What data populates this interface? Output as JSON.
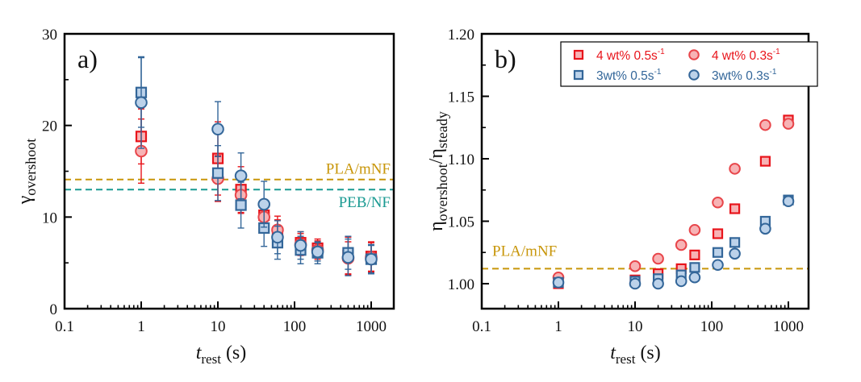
{
  "colors": {
    "red_edge": "#e8141b",
    "red_fill": "#f7b3b5",
    "red_circle_edge": "#e8454a",
    "blue_edge": "#336699",
    "blue_fill": "#bcd2ea",
    "gold": "#c8960a",
    "teal": "#1a9a92"
  },
  "chart_data": [
    {
      "type": "scatter",
      "panel_label": "a)",
      "title": "",
      "xlabel": "t_rest (s)",
      "xlabel_main": "t",
      "xlabel_sub": "rest",
      "xlabel_unit": " (s)",
      "ylabel_main": "γ",
      "ylabel_sub": "overshoot",
      "xscale": "log",
      "xlim": [
        0.1,
        2000
      ],
      "ylim": [
        0,
        30
      ],
      "x_ticks": [
        "0.1",
        "1",
        "10",
        "100",
        "1000"
      ],
      "y_ticks": [
        "0",
        "10",
        "20",
        "30"
      ],
      "grid": false,
      "reference_lines": [
        {
          "label": "PLA/mNF",
          "y": 14.1,
          "color": "gold"
        },
        {
          "label": "PEB/NF",
          "y": 13.0,
          "color": "teal"
        }
      ],
      "series": [
        {
          "name": "4 wt% 0.5s-1",
          "marker": "square",
          "color": "red",
          "x": [
            1,
            10,
            20,
            40,
            60,
            120,
            200,
            500,
            1000
          ],
          "y": [
            18.8,
            16.4,
            13.0,
            10.2,
            8.2,
            7.2,
            6.6,
            5.8,
            5.7
          ],
          "err": [
            3.0,
            4.0,
            2.5,
            1.5,
            1.5,
            1.2,
            1.0,
            2.0,
            1.6
          ]
        },
        {
          "name": "4 wt% 0.3s-1",
          "marker": "circle",
          "color": "red",
          "x": [
            1,
            10,
            20,
            40,
            60,
            120,
            200,
            500,
            1000
          ],
          "y": [
            17.2,
            14.2,
            12.4,
            10.0,
            8.6,
            7.0,
            6.4,
            5.5,
            5.6
          ],
          "err": [
            3.5,
            2.5,
            2.0,
            1.6,
            1.5,
            1.2,
            1.0,
            1.8,
            1.6
          ]
        },
        {
          "name": "3wt% 0.5s-1",
          "marker": "square",
          "color": "blue",
          "x": [
            1,
            10,
            20,
            40,
            60,
            120,
            200,
            500,
            1000
          ],
          "y": [
            23.6,
            14.8,
            11.3,
            8.8,
            7.2,
            6.4,
            6.1,
            6.1,
            5.4
          ],
          "err": [
            3.8,
            3.0,
            2.5,
            2.0,
            1.8,
            1.5,
            1.2,
            1.8,
            1.6
          ]
        },
        {
          "name": "3wt% 0.3s-1",
          "marker": "circle",
          "color": "blue",
          "x": [
            1,
            10,
            20,
            40,
            60,
            120,
            200,
            500,
            1000
          ],
          "y": [
            22.5,
            19.6,
            14.5,
            11.4,
            7.8,
            6.9,
            6.2,
            5.6,
            5.4
          ],
          "err": [
            5.0,
            3.0,
            2.5,
            2.5,
            1.8,
            1.5,
            1.0,
            2.0,
            1.5
          ]
        }
      ]
    },
    {
      "type": "scatter",
      "panel_label": "b)",
      "title": "",
      "xlabel": "t_rest (s)",
      "xlabel_main": "t",
      "xlabel_sub": "rest",
      "xlabel_unit": " (s)",
      "ylabel_main1": "η",
      "ylabel_sub1": "overshoot",
      "ylabel_slash": "/",
      "ylabel_main2": "η",
      "ylabel_sub2": "steady",
      "xscale": "log",
      "xlim": [
        0.1,
        2000
      ],
      "ylim": [
        0.98,
        1.2
      ],
      "x_ticks": [
        "0.1",
        "1",
        "10",
        "100",
        "1000"
      ],
      "y_ticks": [
        "1.00",
        "1.05",
        "1.10",
        "1.15",
        "1.20"
      ],
      "grid": false,
      "legend_position": "top-right",
      "legend": [
        {
          "label": "4 wt% 0.5s",
          "sup": "-1",
          "marker": "square",
          "color": "red"
        },
        {
          "label": "4 wt% 0.3s",
          "sup": "-1",
          "marker": "circle",
          "color": "red"
        },
        {
          "label": "3wt% 0.5s",
          "sup": "-1",
          "marker": "square",
          "color": "blue"
        },
        {
          "label": "3wt% 0.3s",
          "sup": "-1",
          "marker": "circle",
          "color": "blue"
        }
      ],
      "reference_lines": [
        {
          "label": "PLA/mNF",
          "y": 1.012,
          "color": "gold"
        }
      ],
      "series": [
        {
          "name": "4 wt% 0.5s-1",
          "marker": "square",
          "color": "red",
          "x": [
            1,
            10,
            20,
            40,
            60,
            120,
            200,
            500,
            1000
          ],
          "y": [
            1.0,
            1.003,
            1.008,
            1.012,
            1.023,
            1.04,
            1.06,
            1.098,
            1.131
          ]
        },
        {
          "name": "4 wt% 0.3s-1",
          "marker": "circle",
          "color": "red",
          "x": [
            1,
            10,
            20,
            40,
            60,
            120,
            200,
            500,
            1000
          ],
          "y": [
            1.005,
            1.014,
            1.02,
            1.031,
            1.043,
            1.065,
            1.092,
            1.127,
            1.128
          ]
        },
        {
          "name": "3wt% 0.5s-1",
          "marker": "square",
          "color": "blue",
          "x": [
            1,
            10,
            20,
            40,
            60,
            120,
            200,
            500,
            1000
          ],
          "y": [
            1.001,
            1.002,
            1.004,
            1.007,
            1.013,
            1.025,
            1.033,
            1.05,
            1.067
          ]
        },
        {
          "name": "3wt% 0.3s-1",
          "marker": "circle",
          "color": "blue",
          "x": [
            1,
            10,
            20,
            40,
            60,
            120,
            200,
            500,
            1000
          ],
          "y": [
            1.001,
            1.0,
            1.0,
            1.002,
            1.005,
            1.015,
            1.024,
            1.044,
            1.066
          ]
        }
      ]
    }
  ]
}
